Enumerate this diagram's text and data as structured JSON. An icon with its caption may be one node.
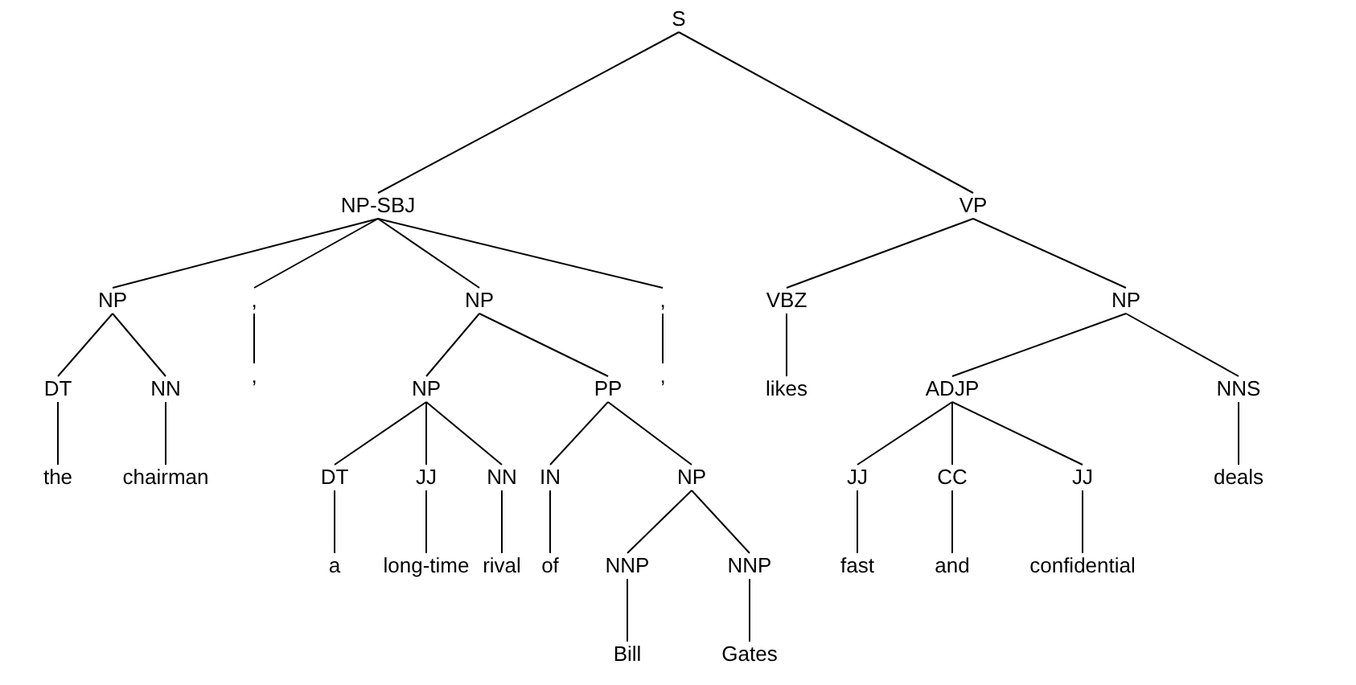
{
  "diagram": {
    "nodes": [
      {
        "text": [
          "S"
        ]
      },
      {
        "text": [
          "NP-SBJ"
        ]
      },
      {
        "text": [
          "NP"
        ]
      },
      {
        "text": [
          "DT"
        ]
      },
      {
        "text": [
          "the"
        ]
      },
      {
        "text": [
          "NN"
        ]
      },
      {
        "text": [
          "chairman"
        ]
      },
      {
        "text": [
          ","
        ]
      },
      {
        "text": [
          ","
        ]
      },
      {
        "text": [
          "NP"
        ]
      },
      {
        "text": [
          "NP"
        ]
      },
      {
        "text": [
          "DT"
        ]
      },
      {
        "text": [
          "a"
        ]
      },
      {
        "text": [
          "JJ"
        ]
      },
      {
        "text": [
          "long-time"
        ]
      },
      {
        "text": [
          "NN"
        ]
      },
      {
        "text": [
          "rival"
        ]
      },
      {
        "text": [
          "PP"
        ]
      },
      {
        "text": [
          "IN"
        ]
      },
      {
        "text": [
          "of"
        ]
      },
      {
        "text": [
          "NP"
        ]
      },
      {
        "text": [
          "NNP"
        ]
      },
      {
        "text": [
          "Bill"
        ]
      },
      {
        "text": [
          "NNP"
        ]
      },
      {
        "text": [
          "Gates"
        ]
      },
      {
        "text": [
          ","
        ]
      },
      {
        "text": [
          ","
        ]
      },
      {
        "text": [
          "VP"
        ]
      },
      {
        "text": [
          "VBZ"
        ]
      },
      {
        "text": [
          "likes"
        ]
      },
      {
        "text": [
          "NP"
        ]
      },
      {
        "text": [
          "ADJP"
        ]
      },
      {
        "text": [
          "JJ"
        ]
      },
      {
        "text": [
          "fast"
        ]
      },
      {
        "text": [
          "CC"
        ]
      },
      {
        "text": [
          "and"
        ]
      },
      {
        "text": [
          "JJ"
        ]
      },
      {
        "text": [
          "confidential"
        ]
      },
      {
        "text": [
          "NNS"
        ]
      },
      {
        "text": [
          "deals"
        ]
      }
    ],
    "edges": [
      {
        "from": 0,
        "to": 1,
        "arrow": "none"
      },
      {
        "from": 0,
        "to": 27,
        "arrow": "none"
      },
      {
        "from": 1,
        "to": 2,
        "arrow": "none"
      },
      {
        "from": 2,
        "to": 3,
        "arrow": "none"
      },
      {
        "from": 3,
        "to": 4,
        "arrow": "none"
      },
      {
        "from": 2,
        "to": 5,
        "arrow": "none"
      },
      {
        "from": 5,
        "to": 6,
        "arrow": "none"
      },
      {
        "from": 1,
        "to": 7,
        "arrow": "none"
      },
      {
        "from": 7,
        "to": 8,
        "arrow": "none"
      },
      {
        "from": 1,
        "to": 9,
        "arrow": "none"
      },
      {
        "from": 9,
        "to": 10,
        "arrow": "none"
      },
      {
        "from": 10,
        "to": 11,
        "arrow": "none"
      },
      {
        "from": 11,
        "to": 12,
        "arrow": "none"
      },
      {
        "from": 10,
        "to": 13,
        "arrow": "none"
      },
      {
        "from": 13,
        "to": 14,
        "arrow": "none"
      },
      {
        "from": 10,
        "to": 15,
        "arrow": "none"
      },
      {
        "from": 15,
        "to": 16,
        "arrow": "none"
      },
      {
        "from": 9,
        "to": 17,
        "arrow": "none"
      },
      {
        "from": 17,
        "to": 18,
        "arrow": "none"
      },
      {
        "from": 18,
        "to": 19,
        "arrow": "none"
      },
      {
        "from": 17,
        "to": 20,
        "arrow": "none"
      },
      {
        "from": 20,
        "to": 21,
        "arrow": "none"
      },
      {
        "from": 21,
        "to": 22,
        "arrow": "none"
      },
      {
        "from": 20,
        "to": 23,
        "arrow": "none"
      },
      {
        "from": 23,
        "to": 24,
        "arrow": "none"
      },
      {
        "from": 1,
        "to": 25,
        "arrow": "none"
      },
      {
        "from": 25,
        "to": 26,
        "arrow": "none"
      },
      {
        "from": 27,
        "to": 28,
        "arrow": "none"
      },
      {
        "from": 28,
        "to": 29,
        "arrow": "none"
      },
      {
        "from": 27,
        "to": 30,
        "arrow": "none"
      },
      {
        "from": 30,
        "to": 31,
        "arrow": "none"
      },
      {
        "from": 31,
        "to": 32,
        "arrow": "none"
      },
      {
        "from": 32,
        "to": 33,
        "arrow": "none"
      },
      {
        "from": 31,
        "to": 34,
        "arrow": "none"
      },
      {
        "from": 34,
        "to": 35,
        "arrow": "none"
      },
      {
        "from": 31,
        "to": 36,
        "arrow": "none"
      },
      {
        "from": 36,
        "to": 37,
        "arrow": "none"
      },
      {
        "from": 30,
        "to": 38,
        "arrow": "none"
      },
      {
        "from": 38,
        "to": 39,
        "arrow": "none"
      }
    ]
  }
}
